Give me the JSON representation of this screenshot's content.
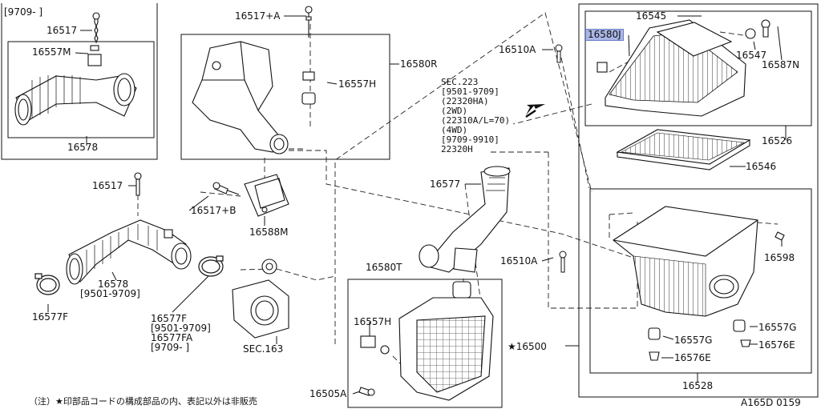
{
  "diagram": {
    "footnote": "（注）★印部品コードの構成部品の内、表記以外は非販売",
    "figure_id": "A165D 0159",
    "inset_date_header": "[9709-    ]",
    "sec_block": {
      "lines": [
        "SEC.223",
        "[9501-9709]",
        "(22320HA)",
        "(2WD)",
        "(22310A/L=70)",
        "(4WD)",
        "[9709-9910]",
        "22320H"
      ]
    },
    "labels": {
      "p16517_inset": "16517",
      "p16557m": "16557M",
      "p16578_inset": "16578",
      "p16517a": "16517+A",
      "p16557h_top": "16557H",
      "p16580r": "16580R",
      "p16517_left": "16517",
      "p16517b": "16517+B",
      "p16588m": "16588M",
      "p16578_main": "16578",
      "p16578_date": "[9501-9709]",
      "p16577f_left": "16577F",
      "p16577f_right": "16577F",
      "p16577f_date": "[9501-9709]",
      "p16577fa": "16577FA",
      "p16577fa_date": "[9709-     ]",
      "sec163": "SEC.163",
      "p16577": "16577",
      "p16580t": "16580T",
      "p16557h_low": "16557H",
      "p16505a": "16505A",
      "p16510a_top": "16510A",
      "p16510a_mid": "16510A",
      "p16580j": "16580J",
      "p16545": "16545",
      "p16547": "16547",
      "p16587n": "16587N",
      "p16526": "16526",
      "p16546": "16546",
      "p16598": "16598",
      "p16557g_r": "16557G",
      "p16557g_l": "16557G",
      "p16576e_r": "16576E",
      "p16576e_l": "16576E",
      "p16500": "★16500",
      "p16528": "16528"
    }
  }
}
